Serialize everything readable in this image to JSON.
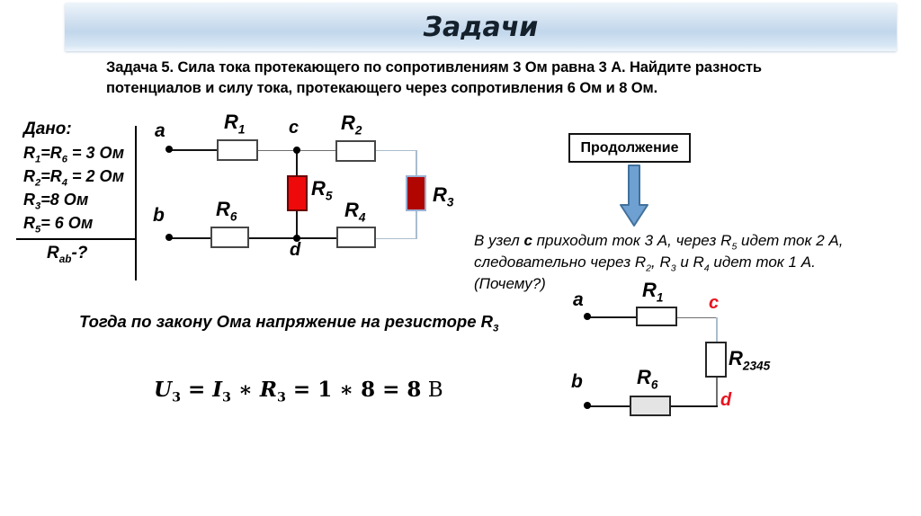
{
  "slide": {
    "title": "Задачи"
  },
  "problem": {
    "line1": "Задача 5. Сила тока протекающего по сопротивлениям 3 Ом равна 3 А. Найдите разность",
    "line2": "потенциалов и силу тока, протекающего через сопротивления 6 Ом и 8 Ом."
  },
  "given": {
    "label": "Дано:",
    "lines": [
      [
        {
          "t": "R"
        },
        {
          "s": "1"
        },
        {
          "t": "=R"
        },
        {
          "s": "6"
        },
        {
          "t": " = 3 Ом"
        }
      ],
      [
        {
          "t": "R"
        },
        {
          "s": "2"
        },
        {
          "t": "=R"
        },
        {
          "s": "4"
        },
        {
          "t": " = 2 Ом"
        }
      ],
      [
        {
          "t": "R"
        },
        {
          "s": "3"
        },
        {
          "t": "=8 Ом"
        }
      ],
      [
        {
          "t": "R"
        },
        {
          "s": "5"
        },
        {
          "t": "= 6 Ом"
        }
      ]
    ],
    "question": [
      {
        "t": "R"
      },
      {
        "s": "ab"
      },
      {
        "t": "-?"
      }
    ]
  },
  "circuit_main": {
    "terminal_a": "a",
    "terminal_b": "b",
    "node_c": "c",
    "node_d": "d",
    "r1": [
      {
        "t": "R"
      },
      {
        "s": "1"
      }
    ],
    "r2": [
      {
        "t": "R"
      },
      {
        "s": "2"
      }
    ],
    "r3": [
      {
        "t": "R"
      },
      {
        "s": "3"
      }
    ],
    "r4": [
      {
        "t": "R"
      },
      {
        "s": "4"
      }
    ],
    "r5": [
      {
        "t": "R"
      },
      {
        "s": "5"
      }
    ],
    "r6": [
      {
        "t": "R"
      },
      {
        "s": "6"
      }
    ],
    "r5_fill": "#ee0a0a",
    "r3_fill": "#b00500"
  },
  "continuation": {
    "label": "Продолжение",
    "arrow_fill": "#6fa0d2",
    "arrow_stroke": "#41719c"
  },
  "note": {
    "lines": [
      [
        {
          "t": "В узел "
        },
        {
          "b": "c"
        },
        {
          "t": " приходит ток 3 А, через R"
        },
        {
          "s": "5"
        },
        {
          "t": " идет ток 2 А,"
        }
      ],
      [
        {
          "t": "следовательно через R"
        },
        {
          "s": "2"
        },
        {
          "t": ", R"
        },
        {
          "s": "3"
        },
        {
          "t": " и R"
        },
        {
          "s": "4"
        },
        {
          "t": " идет ток 1 А."
        }
      ],
      [
        {
          "t": "(Почему?)"
        }
      ]
    ]
  },
  "ohm_line": [
    {
      "t": "Тогда по закону Ома напряжение на резисторе R"
    },
    {
      "s": "3"
    }
  ],
  "formula": [
    {
      "i": "U"
    },
    {
      "s": "3"
    },
    {
      "t": " = "
    },
    {
      "i": "I"
    },
    {
      "s": "3"
    },
    {
      "t": " ∗ "
    },
    {
      "i": "R"
    },
    {
      "s": "3"
    },
    {
      "t": " = 1 ∗ 8 = 8"
    },
    {
      "n": " В"
    }
  ],
  "circuit_reduced": {
    "terminal_a": "a",
    "terminal_b": "b",
    "node_c": "c",
    "node_d": "d",
    "r1": [
      {
        "t": "R"
      },
      {
        "s": "1"
      }
    ],
    "r6": [
      {
        "t": "R"
      },
      {
        "s": "6"
      }
    ],
    "r2345": [
      {
        "t": "R"
      },
      {
        "s": "2345"
      }
    ],
    "node_label_color": "#e8131f",
    "r6_fill": "#e4e4e4"
  }
}
